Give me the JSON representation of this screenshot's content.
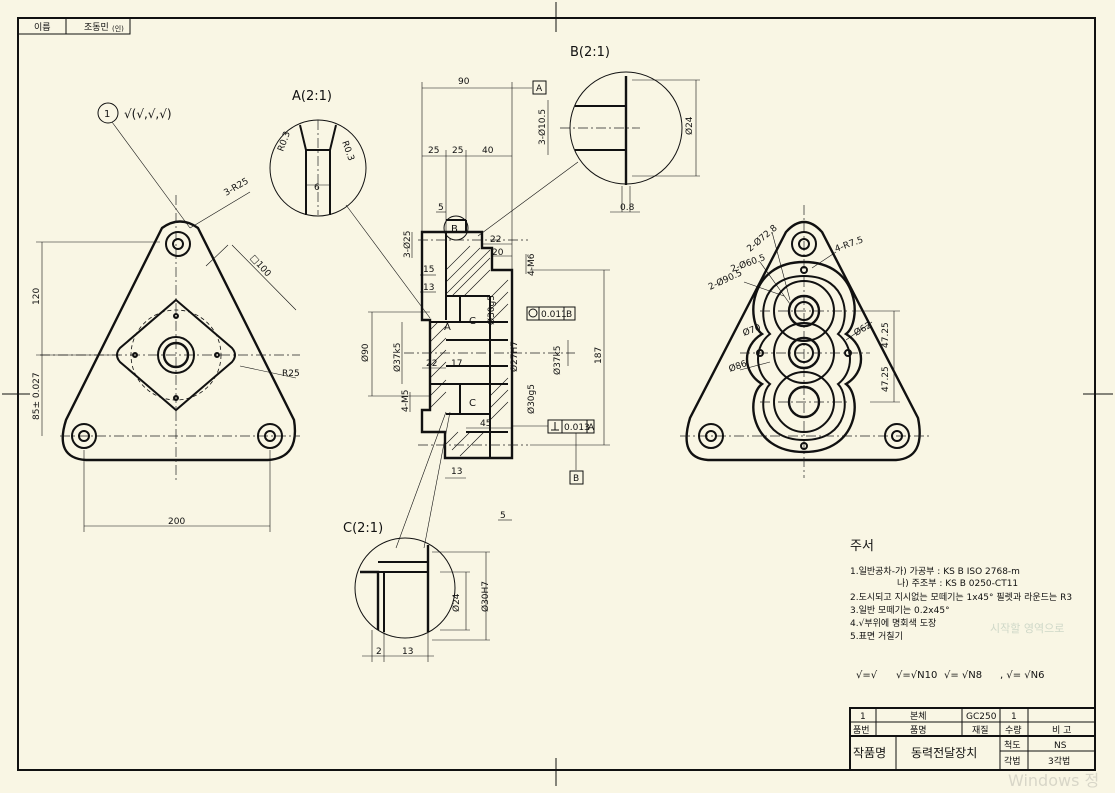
{
  "name_box": {
    "label": "이름",
    "value": "조동민",
    "suffix": "(인)"
  },
  "views": {
    "detail_a": "A(2:1)",
    "detail_b": "B(2:1)",
    "detail_c": "C(2:1)",
    "datum_a": "A",
    "datum_b": "B",
    "mark_a": "A",
    "mark_b": "B",
    "mark_c": "C"
  },
  "roughness": {
    "balloon": "1",
    "legend": "√(√,√,√)"
  },
  "front_dims": {
    "r25_top": "3-R25",
    "sq100": "□100",
    "r25_side": "R25",
    "d120": "120",
    "d85": "85± 0.027",
    "d200": "200"
  },
  "section_dims": {
    "d90_top": "90",
    "d25a": "25",
    "d25b": "25",
    "d40": "40",
    "d5_top": "5",
    "d22": "22",
    "d20": "20",
    "m6": "4-M6",
    "phi25": "3-Ø25",
    "d15": "15",
    "d13": "13",
    "phi30g5_top": "Ø30g5",
    "phi90": "Ø90",
    "phi37k5_l": "Ø37k5",
    "d22b": "22",
    "d17": "17",
    "phi27h7": "Ø27H7",
    "phi37k5_r": "Ø37k5",
    "d187": "187",
    "m5": "4-M5",
    "phi30g5_bot": "Ø30g5",
    "d45": "45",
    "d13b": "13",
    "d5_bot": "5",
    "gdt_circ": "0.011",
    "gdt_circ_ref": "B",
    "gdt_perp": "0.013",
    "gdt_perp_ref": "A"
  },
  "detail_a_dims": {
    "r03a": "R0.3",
    "r03b": "R0.3",
    "w6": "6"
  },
  "detail_b_dims": {
    "phi105": "3-Ø10.5",
    "phi24": "Ø24",
    "d08": "0.8"
  },
  "detail_c_dims": {
    "phi24": "Ø24",
    "phi30h7": "Ø30H7",
    "d2": "2",
    "d13": "13"
  },
  "rear_dims": {
    "phi72": "2-Ø72.8",
    "phi605": "2-Ø60.5",
    "phi905": "2-Ø90.5",
    "r75": "4-R7.5",
    "phi70": "Ø70",
    "phi62": "Ø62",
    "phi86": "Ø86",
    "d4725a": "47.25",
    "d4725b": "47.25"
  },
  "notes": {
    "title": "주서",
    "lines": [
      "1.일반공차-가) 가공부 : KS B ISO 2768-m",
      "나) 주조부 : KS B 0250-CT11",
      "2.도시되고 지시없는 모떼기는 1x45° 필렛과 라운드는 R3",
      "3.일반 모떼기는 0.2x45°",
      "4.√부위에 명회색 도장",
      "5.표면 거칠기"
    ],
    "roughness_legend": [
      "√=√",
      "√=√N10",
      "√= √N8",
      ", √= √N6"
    ],
    "watermark": "시작할 영역으로"
  },
  "title_block": {
    "row1": {
      "no": "1",
      "name": "본체",
      "material": "GC250",
      "qty": "1",
      "remark": ""
    },
    "header": {
      "no": "품번",
      "name": "품명",
      "material": "재질",
      "qty": "수량",
      "remark": "비 고"
    },
    "work_label": "작품명",
    "work_name": "동력전달장치",
    "scale_label": "척도",
    "scale_value": "NS",
    "proj_label": "각법",
    "proj_value": "3각법"
  },
  "os_watermark": "Windows 정"
}
